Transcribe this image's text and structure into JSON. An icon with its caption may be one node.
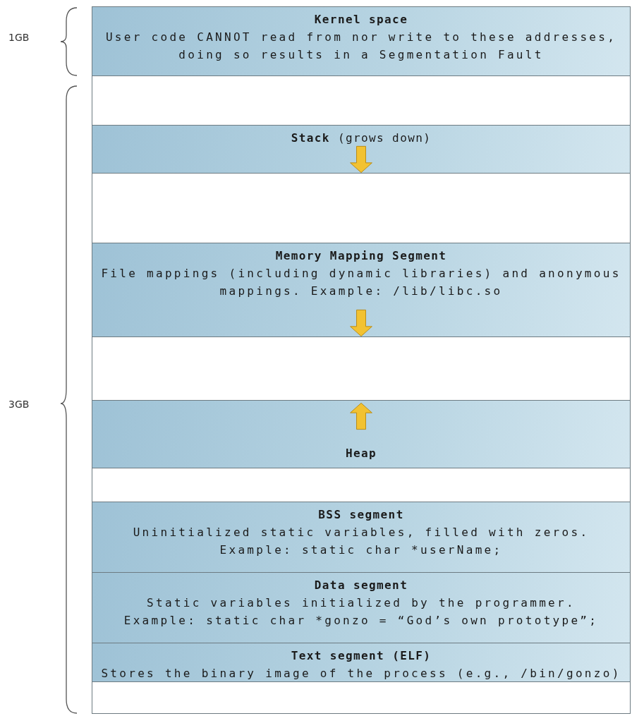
{
  "diagram": {
    "nodes": [
      {
        "text": [
          "Kernel space",
          "User code CANNOT read from nor write to these addresses, doing so results in a Segmentation Fault"
        ]
      },
      {
        "text": [],
        "shape": "box"
      },
      {
        "text": [
          "**Stack** (grows down)"
        ]
      },
      {
        "text": [],
        "shape": "box"
      },
      {
        "text": [
          "Memory Mapping Segment",
          "File mappings (including dynamic libraries) and anonymous mappings. Example: /lib/libc.so"
        ]
      },
      {
        "text": [],
        "shape": "box"
      },
      {
        "text": [
          "Heap"
        ]
      },
      {
        "text": [],
        "shape": "box"
      },
      {
        "text": [
          "BSS segment",
          "Uninitialized static variables, filled with zeros. Example: static char *userName;"
        ]
      },
      {
        "text": [
          "Data segment",
          "Static variables initialized by the programmer. Example: static char *gonzo = “God’s own prototype”;"
        ]
      },
      {
        "text": [
          "Text segment (ELF)",
          "Stores the binary image of the process (e.g., /bin/gonzo)"
        ]
      },
      {
        "text": [],
        "shape": "box"
      }
    ],
    "labels": [
      "1GB",
      "3GB"
    ]
  }
}
